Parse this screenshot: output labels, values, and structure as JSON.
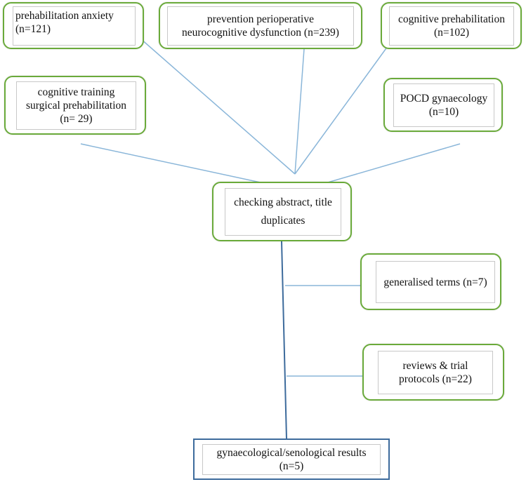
{
  "diagram": {
    "line_color": "#8ab6d9",
    "box_border_color": "#6aaa3a",
    "final_border_color": "#3d6b9c",
    "boxes": {
      "prehab_anxiety": {
        "line1": "prehabilitation anxiety",
        "line2": "(n=121)"
      },
      "prevention": {
        "line1": "prevention perioperative",
        "line2": "neurocognitive dysfunction (n=239)"
      },
      "cognitive_prehab": {
        "line1": "cognitive prehabilitation",
        "line2": "(n=102)"
      },
      "cognitive_training": {
        "line1": "cognitive training",
        "line2": "surgical prehabilitation",
        "line3": "(n= 29)"
      },
      "pocd": {
        "line1": "POCD gynaecology",
        "line2": "(n=10)"
      },
      "checking": {
        "line1": "checking abstract, title",
        "line2": "duplicates"
      },
      "generalised": {
        "line1": "generalised terms (n=7)"
      },
      "reviews": {
        "line1": "reviews & trial",
        "line2": "protocols (n=22)"
      },
      "final": {
        "line1": "gynaecological/senological results",
        "line2": "(n=5)"
      }
    }
  }
}
